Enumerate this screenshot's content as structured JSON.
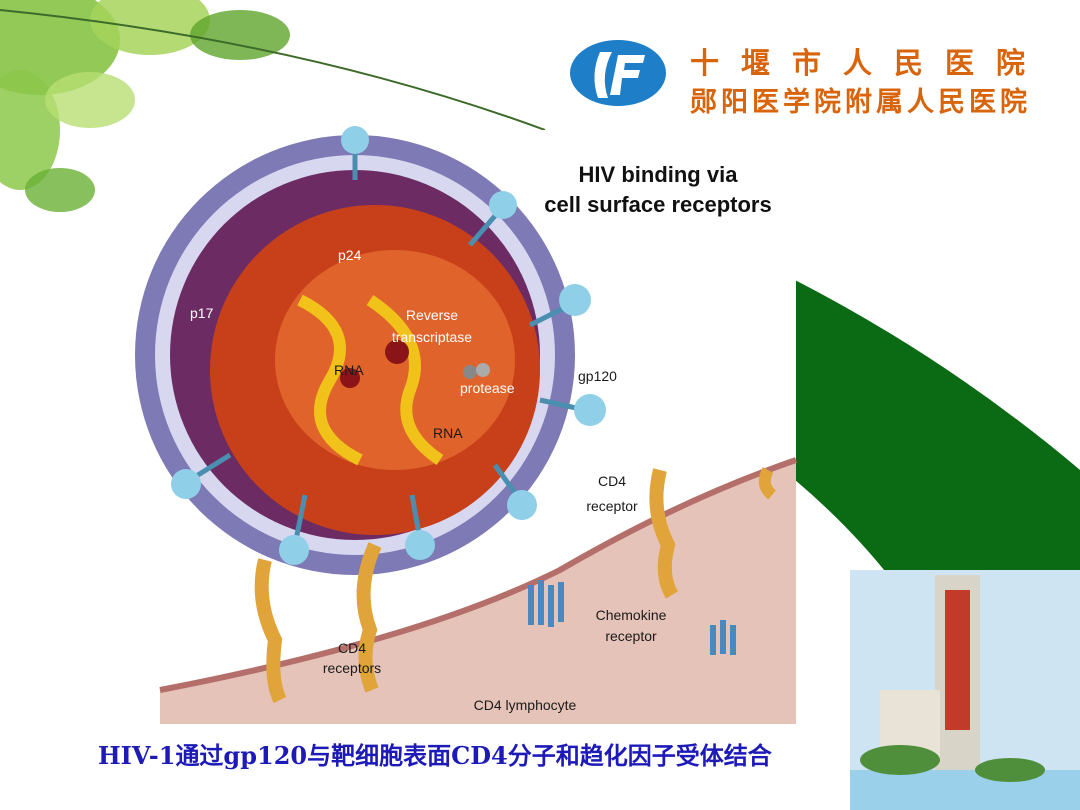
{
  "header": {
    "hospital_line1": "十堰市人民医院",
    "hospital_line2": "郧阳医学院附属人民医院",
    "logo_icon": "hospital-logo-icon"
  },
  "diagram": {
    "title_line1": "HIV binding via",
    "title_line2": "cell surface receptors",
    "labels": {
      "p24": "p24",
      "p17": "p17",
      "rt_line1": "Reverse",
      "rt_line2": "transcriptase",
      "rna1": "RNA",
      "rna2": "RNA",
      "protease": "protease",
      "gp120": "gp120",
      "cd4_line1": "CD4",
      "cd4_line2": "receptor",
      "chemokine_line1": "Chemokine",
      "chemokine_line2": "receptor",
      "cd4s_line1": "CD4",
      "cd4s_line2": "receptors",
      "lymphocyte": "CD4 lymphocyte"
    }
  },
  "caption": "HIV-1通过gp120与靶细胞表面CD4分子和趋化因子受体结合",
  "colors": {
    "caption": "#1d1ab8",
    "hospital_text": "#d8640c",
    "green_band": "#0b6a14",
    "logo_blue": "#1e7ec8"
  }
}
